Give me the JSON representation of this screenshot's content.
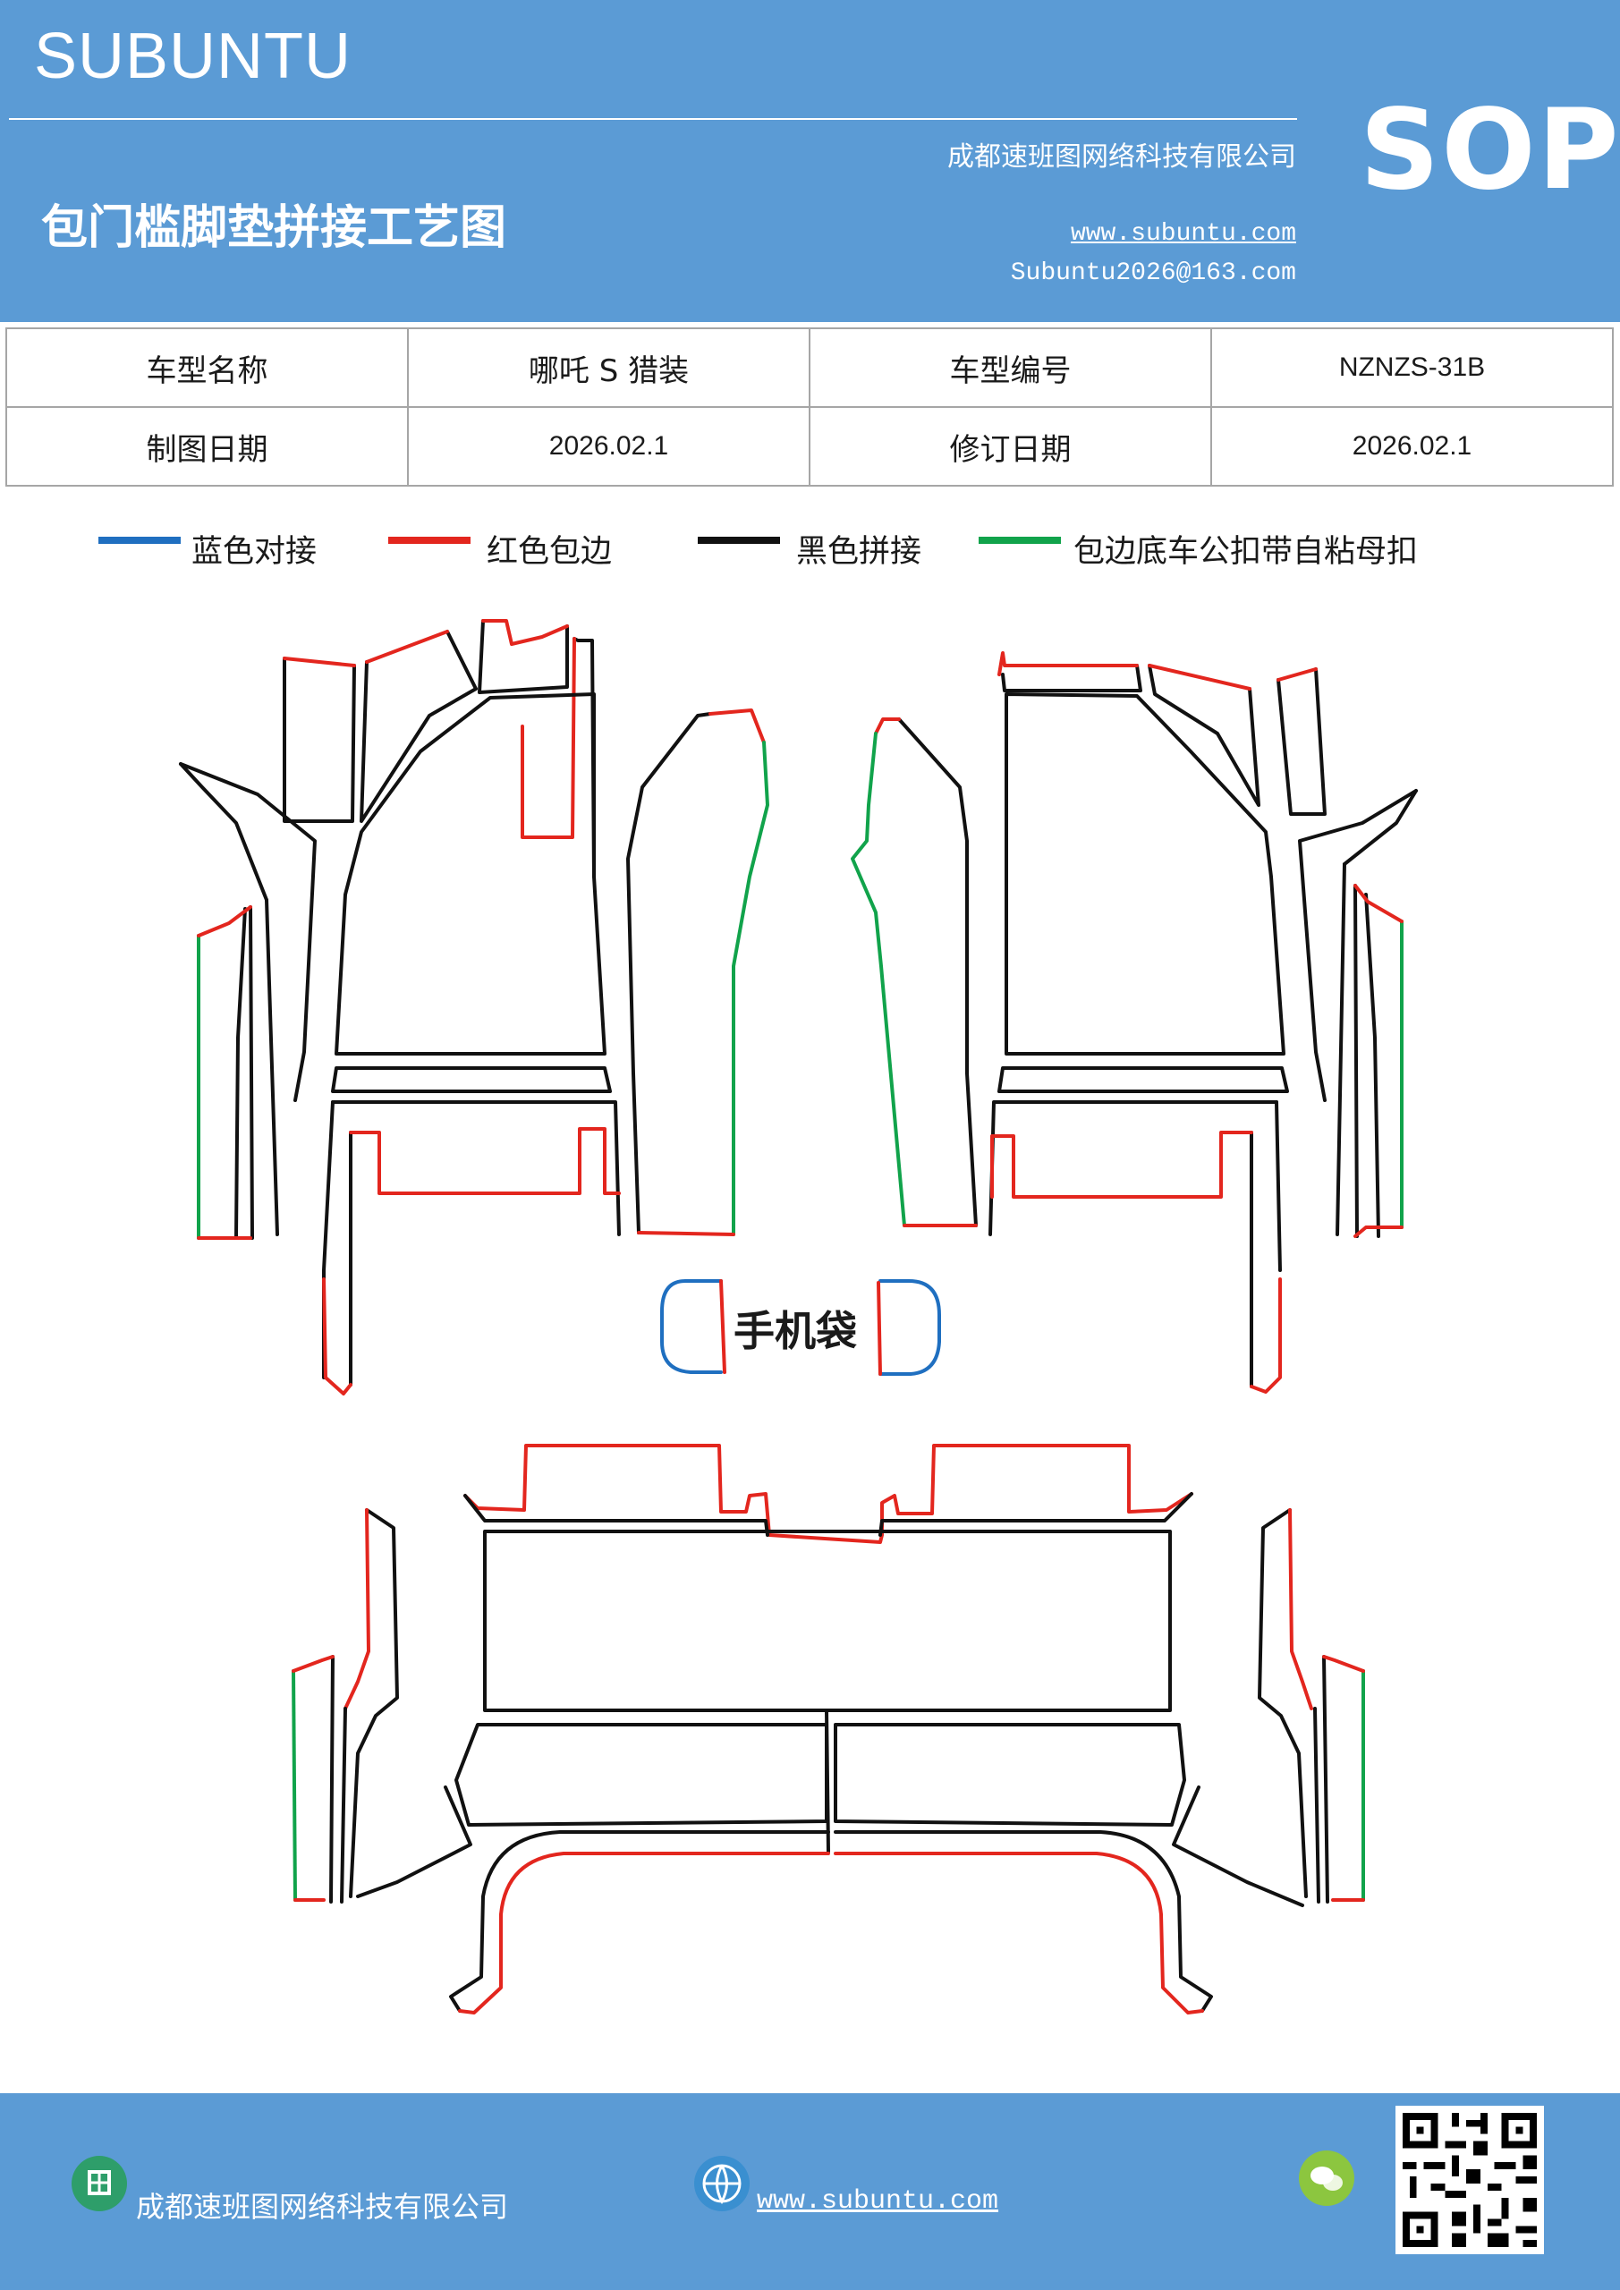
{
  "header": {
    "brand": "SUBUNTU",
    "title": "包门槛脚垫拼接工艺图",
    "company": "成都速班图网络科技有限公司",
    "website": "www.subuntu.com",
    "email": "Subuntu2026@163.com",
    "badge": "SOP"
  },
  "info_table": {
    "model_name_label": "车型名称",
    "model_name_value": "哪吒 S 猎装",
    "model_code_label": "车型编号",
    "model_code_value": "NZNZS-31B",
    "draw_date_label": "制图日期",
    "draw_date_value": "2026.02.1",
    "revise_date_label": "修订日期",
    "revise_date_value": "2026.02.1"
  },
  "legend": [
    {
      "label": "蓝色对接",
      "color": "#1f6fc0"
    },
    {
      "label": "红色包边",
      "color": "#e3261e"
    },
    {
      "label": "黑色拼接",
      "color": "#111111"
    },
    {
      "label": "包边底车公扣带自粘母扣",
      "color": "#11a34b"
    }
  ],
  "diagram": {
    "pouch_label": "手机袋"
  },
  "footer": {
    "company": "成都速班图网络科技有限公司",
    "website": "www.subuntu.com"
  },
  "colors": {
    "header_bg": "#5b9bd5",
    "blue": "#1f6fc0",
    "red": "#e3261e",
    "black": "#111111",
    "green": "#11a34b"
  }
}
